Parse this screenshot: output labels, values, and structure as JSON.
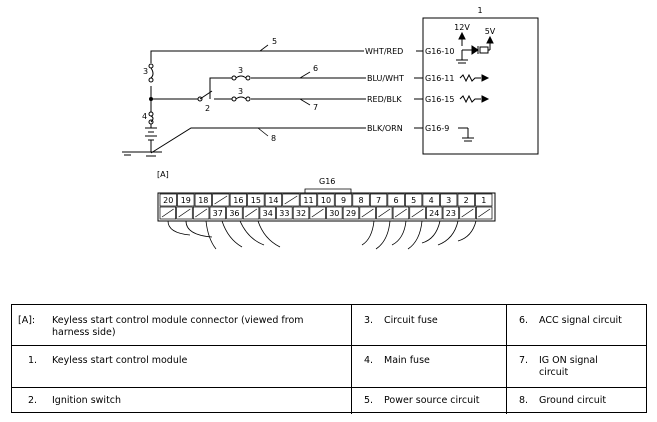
{
  "diagram": {
    "module_number": "1",
    "voltages": {
      "v12": "12V",
      "v5": "5V"
    },
    "wires": [
      {
        "number": "5",
        "color": "WHT/RED",
        "pin": "G16-10"
      },
      {
        "number": "6",
        "color": "BLU/WHT",
        "pin": "G16-11"
      },
      {
        "number": "7",
        "color": "RED/BLK",
        "pin": "G16-15"
      },
      {
        "number": "8",
        "color": "BLK/ORN",
        "pin": "G16-9"
      }
    ],
    "switch_number": "2",
    "fuse_number": "3",
    "main_fuse_number": "4",
    "connector_tag": "[A]",
    "connector_name": "G16",
    "top_row_pins": [
      "20",
      "19",
      "18",
      "",
      "16",
      "15",
      "14",
      "",
      "11",
      "10",
      "9",
      "8",
      "7",
      "6",
      "5",
      "4",
      "3",
      "2",
      "1"
    ],
    "bottom_row_pins": [
      "",
      "",
      "",
      "37",
      "36",
      "",
      "34",
      "33",
      "32",
      "",
      "30",
      "29",
      "",
      "",
      "",
      "",
      "24",
      "23",
      "",
      ""
    ]
  },
  "legend": {
    "rows": [
      [
        {
          "key": "[A]:",
          "text": "Keyless start control module connector (viewed from harness side)"
        },
        {
          "key": "3.",
          "text": "Circuit fuse"
        },
        {
          "key": "6.",
          "text": "ACC signal circuit"
        }
      ],
      [
        {
          "key": "1.",
          "text": "Keyless start control module"
        },
        {
          "key": "4.",
          "text": "Main fuse"
        },
        {
          "key": "7.",
          "text": "IG ON signal circuit"
        }
      ],
      [
        {
          "key": "2.",
          "text": "Ignition switch"
        },
        {
          "key": "5.",
          "text": "Power source circuit"
        },
        {
          "key": "8.",
          "text": "Ground circuit"
        }
      ]
    ]
  }
}
